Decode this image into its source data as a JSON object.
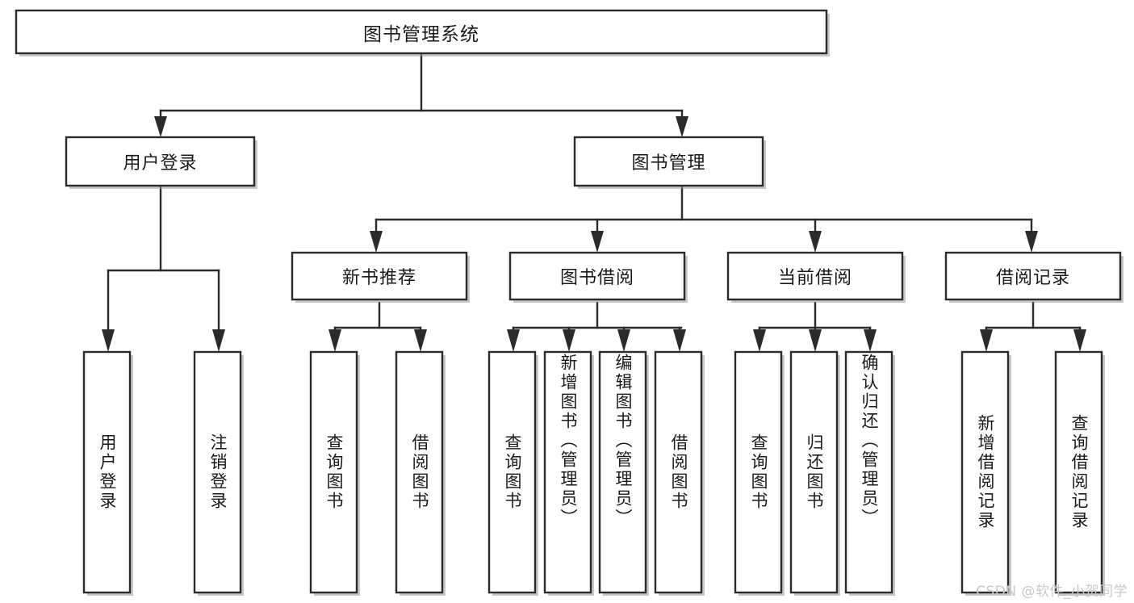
{
  "diagram": {
    "type": "tree-structure-chart",
    "title": "图书管理系统",
    "watermark": "CSDN @软件_小贺同学",
    "colors": {
      "node_fill": "#ffffff",
      "node_stroke": "#2b2b2b",
      "text": "#1a1a1a",
      "background": "#ffffff",
      "watermark": "#c9c9c9"
    },
    "levels": {
      "level1": [
        {
          "id": "root",
          "label": "图书管理系统",
          "orientation": "horizontal"
        }
      ],
      "level2": [
        {
          "id": "login",
          "label": "用户登录",
          "orientation": "horizontal"
        },
        {
          "id": "bookmgmt",
          "label": "图书管理",
          "orientation": "horizontal"
        }
      ],
      "level3": [
        {
          "id": "newbook",
          "label": "新书推荐",
          "orientation": "horizontal"
        },
        {
          "id": "borrow",
          "label": "图书借阅",
          "orientation": "horizontal"
        },
        {
          "id": "current",
          "label": "当前借阅",
          "orientation": "horizontal"
        },
        {
          "id": "record",
          "label": "借阅记录",
          "orientation": "horizontal"
        }
      ],
      "level4": [
        {
          "id": "leaf1",
          "label": "用户登录",
          "orientation": "vertical",
          "parent": "login"
        },
        {
          "id": "leaf2",
          "label": "注销登录",
          "orientation": "vertical",
          "parent": "login"
        },
        {
          "id": "leaf3",
          "label": "查询图书",
          "orientation": "vertical",
          "parent": "newbook"
        },
        {
          "id": "leaf4",
          "label": "借阅图书",
          "orientation": "vertical",
          "parent": "newbook"
        },
        {
          "id": "leaf5",
          "label": "查询图书",
          "orientation": "vertical",
          "parent": "borrow"
        },
        {
          "id": "leaf6",
          "label": "新增图书（管理员）",
          "orientation": "vertical",
          "parent": "borrow"
        },
        {
          "id": "leaf7",
          "label": "编辑图书（管理员）",
          "orientation": "vertical",
          "parent": "borrow"
        },
        {
          "id": "leaf8",
          "label": "借阅图书",
          "orientation": "vertical",
          "parent": "borrow"
        },
        {
          "id": "leaf9",
          "label": "查询图书",
          "orientation": "vertical",
          "parent": "current"
        },
        {
          "id": "leaf10",
          "label": "归还图书",
          "orientation": "vertical",
          "parent": "current"
        },
        {
          "id": "leaf11",
          "label": "确认归还（管理员）",
          "orientation": "vertical",
          "parent": "current"
        },
        {
          "id": "leaf12",
          "label": "新增借阅记录",
          "orientation": "vertical",
          "parent": "record"
        },
        {
          "id": "leaf13",
          "label": "查询借阅记录",
          "orientation": "vertical",
          "parent": "record"
        }
      ]
    },
    "edges": [
      {
        "from": "root",
        "to": "login"
      },
      {
        "from": "root",
        "to": "bookmgmt"
      },
      {
        "from": "bookmgmt",
        "to": "newbook"
      },
      {
        "from": "bookmgmt",
        "to": "borrow"
      },
      {
        "from": "bookmgmt",
        "to": "current"
      },
      {
        "from": "bookmgmt",
        "to": "record"
      },
      {
        "from": "login",
        "to": "leaf1"
      },
      {
        "from": "login",
        "to": "leaf2"
      },
      {
        "from": "newbook",
        "to": "leaf3"
      },
      {
        "from": "newbook",
        "to": "leaf4"
      },
      {
        "from": "borrow",
        "to": "leaf5"
      },
      {
        "from": "borrow",
        "to": "leaf6"
      },
      {
        "from": "borrow",
        "to": "leaf7"
      },
      {
        "from": "borrow",
        "to": "leaf8"
      },
      {
        "from": "current",
        "to": "leaf9"
      },
      {
        "from": "current",
        "to": "leaf10"
      },
      {
        "from": "current",
        "to": "leaf11"
      },
      {
        "from": "record",
        "to": "leaf12"
      },
      {
        "from": "record",
        "to": "leaf13"
      }
    ]
  }
}
